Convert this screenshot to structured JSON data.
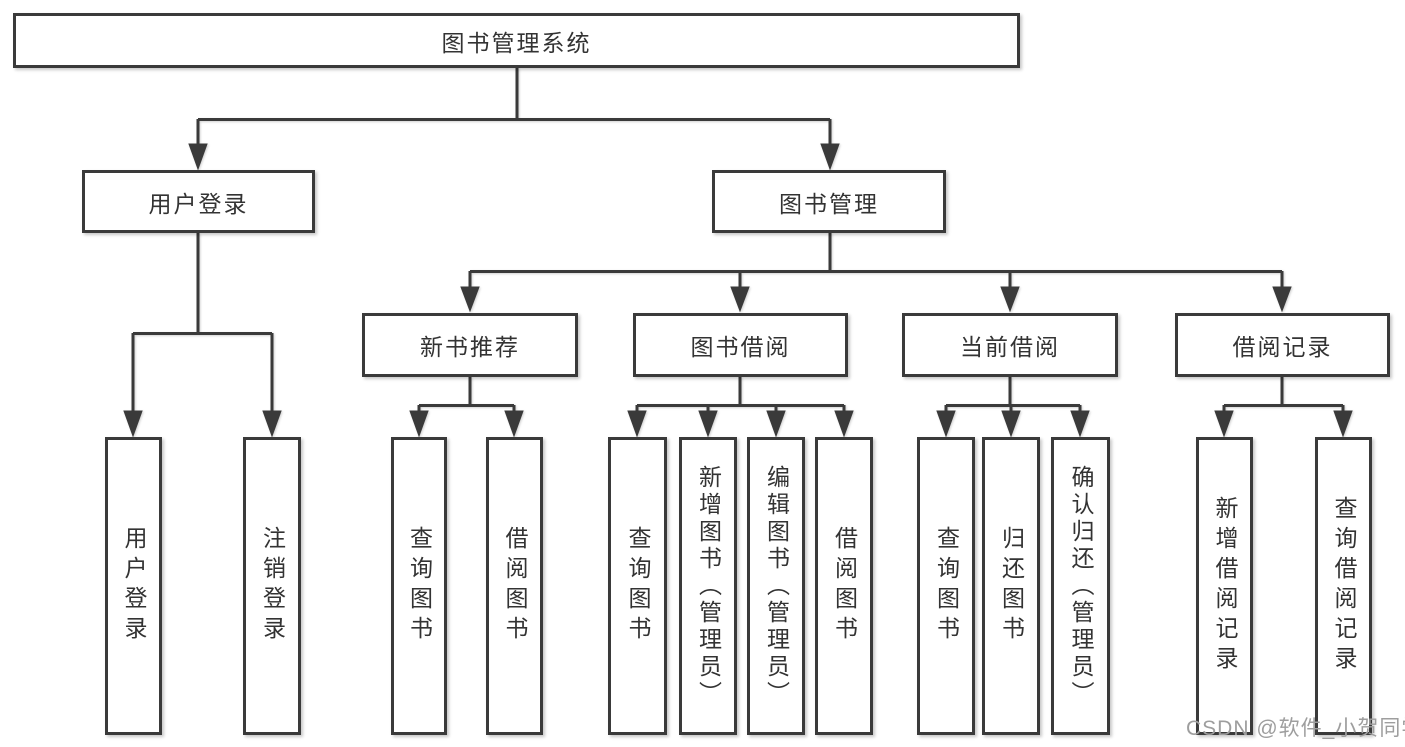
{
  "diagram": {
    "root": {
      "label": "图书管理系统"
    },
    "user_login": {
      "label": "用户登录",
      "children": {
        "login": {
          "label": "用户登录"
        },
        "logout": {
          "label": "注销登录"
        }
      }
    },
    "book_mgmt": {
      "label": "图书管理",
      "children": {
        "new_books": {
          "label": "新书推荐",
          "children": {
            "query": {
              "label": "查询图书"
            },
            "borrow": {
              "label": "借阅图书"
            }
          }
        },
        "book_borrow": {
          "label": "图书借阅",
          "children": {
            "query": {
              "label": "查询图书"
            },
            "add": {
              "label": "新增图书（管理员）"
            },
            "edit": {
              "label": "编辑图书（管理员）"
            },
            "borrow": {
              "label": "借阅图书"
            }
          }
        },
        "current_borrow": {
          "label": "当前借阅",
          "children": {
            "query": {
              "label": "查询图书"
            },
            "return": {
              "label": "归还图书"
            },
            "confirm": {
              "label": "确认归还（管理员）"
            }
          }
        },
        "borrow_records": {
          "label": "借阅记录",
          "children": {
            "add": {
              "label": "新增借阅记录"
            },
            "query": {
              "label": "查询借阅记录"
            }
          }
        }
      }
    }
  },
  "watermark": {
    "label": "CSDN @软件_小贺同学"
  },
  "colors": {
    "line": "#3a3a3a",
    "text": "#333333",
    "watermark": "#9e9e9e",
    "background": "#ffffff"
  }
}
